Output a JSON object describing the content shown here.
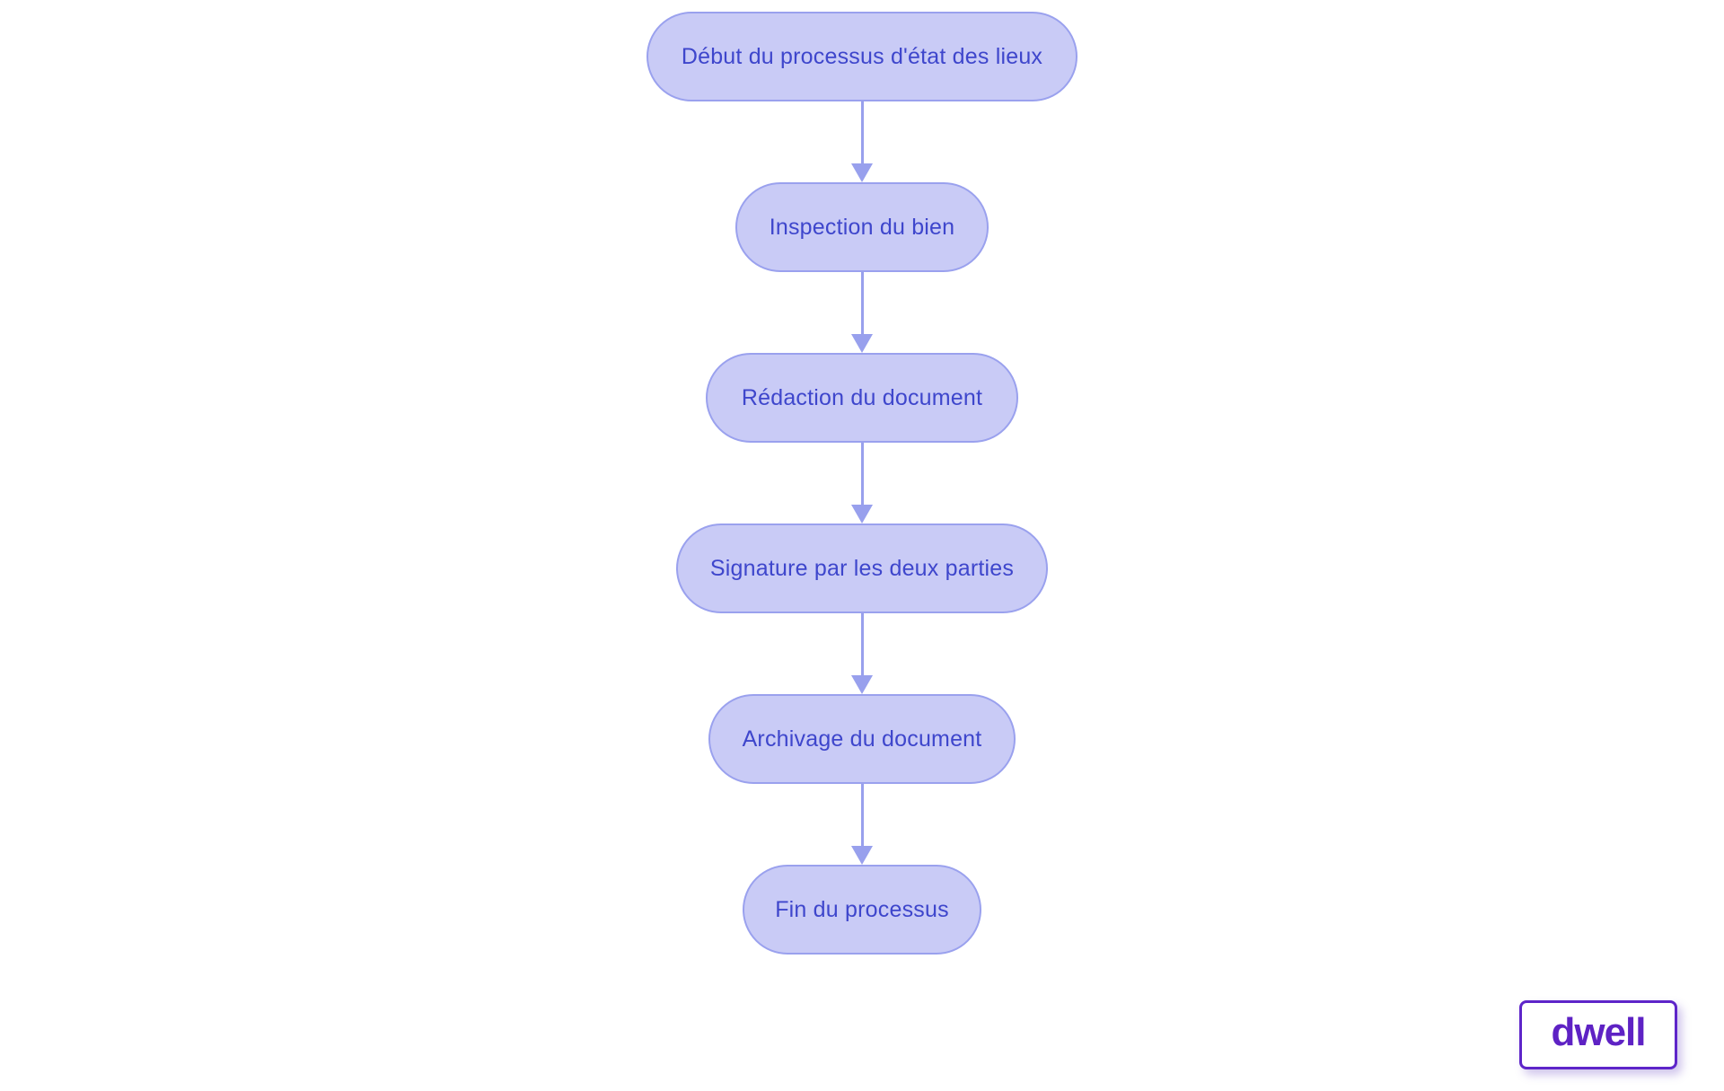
{
  "diagram": {
    "type": "flowchart",
    "direction": "top-down",
    "nodes": [
      {
        "id": "start",
        "label": "Début du processus d'état des lieux"
      },
      {
        "id": "inspection",
        "label": "Inspection du bien"
      },
      {
        "id": "redaction",
        "label": "Rédaction du document"
      },
      {
        "id": "signature",
        "label": "Signature par les deux parties"
      },
      {
        "id": "archivage",
        "label": "Archivage du document"
      },
      {
        "id": "end",
        "label": "Fin du processus"
      }
    ],
    "edges": [
      {
        "from": "start",
        "to": "inspection"
      },
      {
        "from": "inspection",
        "to": "redaction"
      },
      {
        "from": "redaction",
        "to": "signature"
      },
      {
        "from": "signature",
        "to": "archivage"
      },
      {
        "from": "archivage",
        "to": "end"
      }
    ],
    "colors": {
      "node_fill": "#c9cbf6",
      "node_border": "#9aa1ee",
      "node_text": "#3e46cc",
      "connector": "#98a0ed",
      "background": "#ffffff"
    }
  },
  "watermark": {
    "label": "dwell",
    "color": "#5e22c4"
  }
}
